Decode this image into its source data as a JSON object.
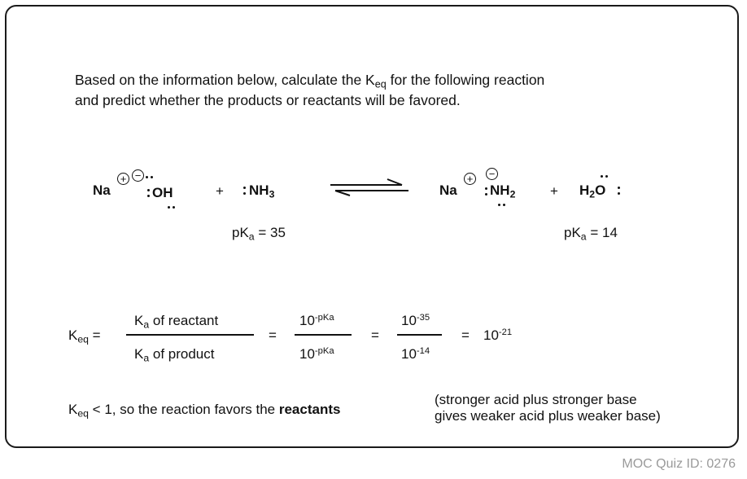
{
  "question": {
    "line1_a": "Based on the information below, calculate the K",
    "line1_sub": "eq",
    "line1_b": " for the following reaction",
    "line2": "and predict whether the products or reactants will be favored."
  },
  "reaction": {
    "na1": "Na",
    "plus_charge": "+",
    "minus_charge": "−",
    "oh": "OH",
    "plus_sign": "+",
    "nh3_main": "NH",
    "nh3_sub": "3",
    "na2": "Na",
    "nh2_main": "NH",
    "nh2_sub": "2",
    "h2o_h": "H",
    "h2o_sub": "2",
    "h2o_o": "O",
    "pka_left_pre": "pK",
    "pka_left_sub": "a",
    "pka_left_val": " = 35",
    "pka_right_pre": "pK",
    "pka_right_sub": "a",
    "pka_right_val": " = 14"
  },
  "equation": {
    "keq": "K",
    "keq_sub": "eq",
    "eq": " =",
    "frac1_num_pre": "K",
    "frac1_num_sub": "a",
    "frac1_num_post": " of reactant",
    "frac1_den_pre": "K",
    "frac1_den_sub": "a",
    "frac1_den_post": " of product",
    "equals": "=",
    "ten": "10",
    "neg_pka": "-pKa",
    "neg35": "-35",
    "neg14": "-14",
    "neg21": "-21"
  },
  "conclusion": {
    "keq": "K",
    "keq_sub": "eq",
    "text": " < 1, so the reaction favors the ",
    "bold": "reactants",
    "paren1": "(stronger acid plus stronger base",
    "paren2": "gives weaker acid plus weaker base)"
  },
  "footer": "MOC Quiz ID: 0276"
}
